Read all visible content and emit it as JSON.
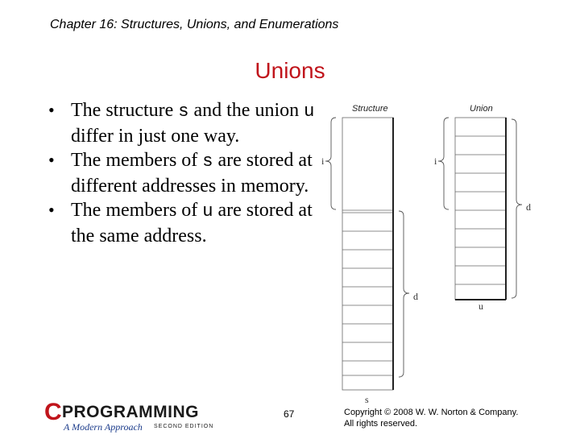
{
  "header": {
    "chapter": "Chapter 16: Structures, Unions, and Enumerations"
  },
  "slide": {
    "title": "Unions"
  },
  "bullets": [
    {
      "parts": [
        "The structure ",
        "s",
        " and the union ",
        "u",
        " differ in just one way."
      ]
    },
    {
      "parts": [
        "The members of ",
        "s",
        " are stored at different addresses in memory."
      ]
    },
    {
      "parts": [
        "The members of ",
        "u",
        " are stored at the same address."
      ]
    }
  ],
  "diagram": {
    "structure_label": "Structure",
    "union_label": "Union",
    "member_i": "i",
    "member_d": "d",
    "structure_var": "s",
    "union_var": "u"
  },
  "footer": {
    "logo_c": "C",
    "logo_main": "PROGRAMMING",
    "logo_sub": "A Modern Approach",
    "logo_edition": "SECOND EDITION",
    "page": "67",
    "copyright_line1": "Copyright © 2008 W. W. Norton & Company.",
    "copyright_line2": "All rights reserved."
  }
}
